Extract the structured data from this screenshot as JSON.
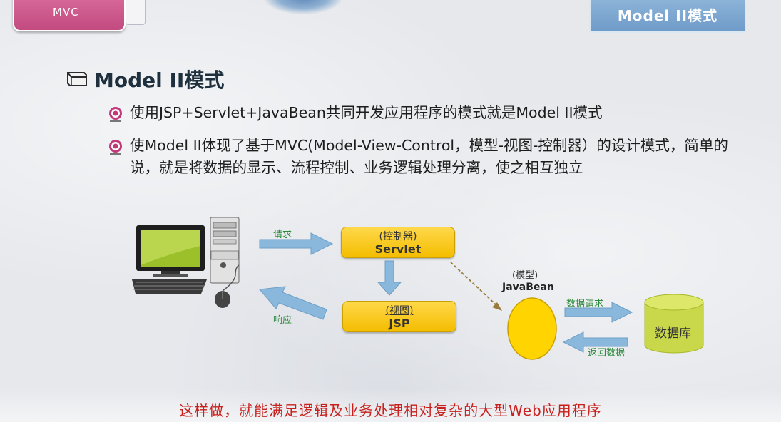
{
  "header": {
    "left_tab": "MVC",
    "right_tab": "Model II模式"
  },
  "title": "Model II模式",
  "bullets": [
    "使用JSP+Servlet+JavaBean共同开发应用程序的模式就是Model II模式",
    "使Model II体现了基于MVC(Model-View-Control，模型-视图-控制器）的设计模式，简单的说，就是将数据的显示、流程控制、业务逻辑处理分离，使之相互独立"
  ],
  "diagram": {
    "request_label": "请求",
    "response_label": "响应",
    "controller": {
      "role": "(控制器)",
      "name": "Servlet"
    },
    "view": {
      "role": "(视图)",
      "name": "JSP"
    },
    "model": {
      "role": "(模型)",
      "name": "JavaBean"
    },
    "data_request_label": "数据请求",
    "return_data_label": "返回数据",
    "database_label": "数据库"
  },
  "footer": "这样做，就能满足逻辑及业务处理相对复杂的大型Web应用程序",
  "colors": {
    "box_fill": "#f4bd00",
    "arrow": "#8ab8dc",
    "label_green": "#2d8a3c",
    "database": "#c8d84a",
    "footer_text": "#c8211d"
  }
}
